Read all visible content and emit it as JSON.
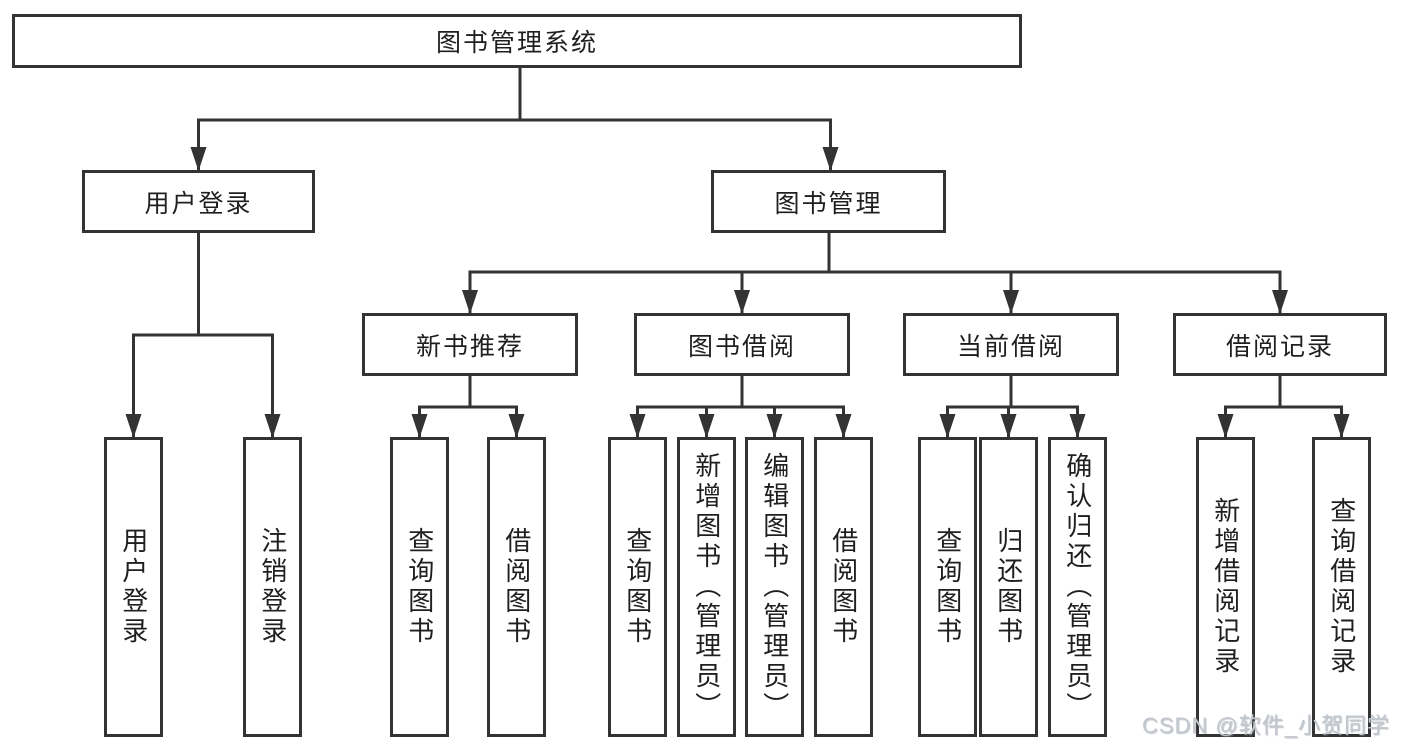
{
  "colors": {
    "background": "#ffffff",
    "line": "#333333",
    "box_border": "#333333",
    "box_fill": "#ffffff",
    "text": "#1f1f1f",
    "watermark": "#c3c8cf"
  },
  "tree": {
    "label": "图书管理系统",
    "children": [
      {
        "label": "用户登录",
        "children": [
          {
            "label": "用户登录"
          },
          {
            "label": "注销登录"
          }
        ]
      },
      {
        "label": "图书管理",
        "children": [
          {
            "label": "新书推荐",
            "children": [
              {
                "label": "查询图书"
              },
              {
                "label": "借阅图书"
              }
            ]
          },
          {
            "label": "图书借阅",
            "children": [
              {
                "label": "查询图书"
              },
              {
                "label": "新增图书（管理员）"
              },
              {
                "label": "编辑图书（管理员）"
              },
              {
                "label": "借阅图书"
              }
            ]
          },
          {
            "label": "当前借阅",
            "children": [
              {
                "label": "查询图书"
              },
              {
                "label": "归还图书"
              },
              {
                "label": "确认归还（管理员）"
              }
            ]
          },
          {
            "label": "借阅记录",
            "children": [
              {
                "label": "新增借阅记录"
              },
              {
                "label": "查询借阅记录"
              }
            ]
          }
        ]
      }
    ]
  },
  "watermark": {
    "text": "CSDN @软件_小贺同学"
  }
}
